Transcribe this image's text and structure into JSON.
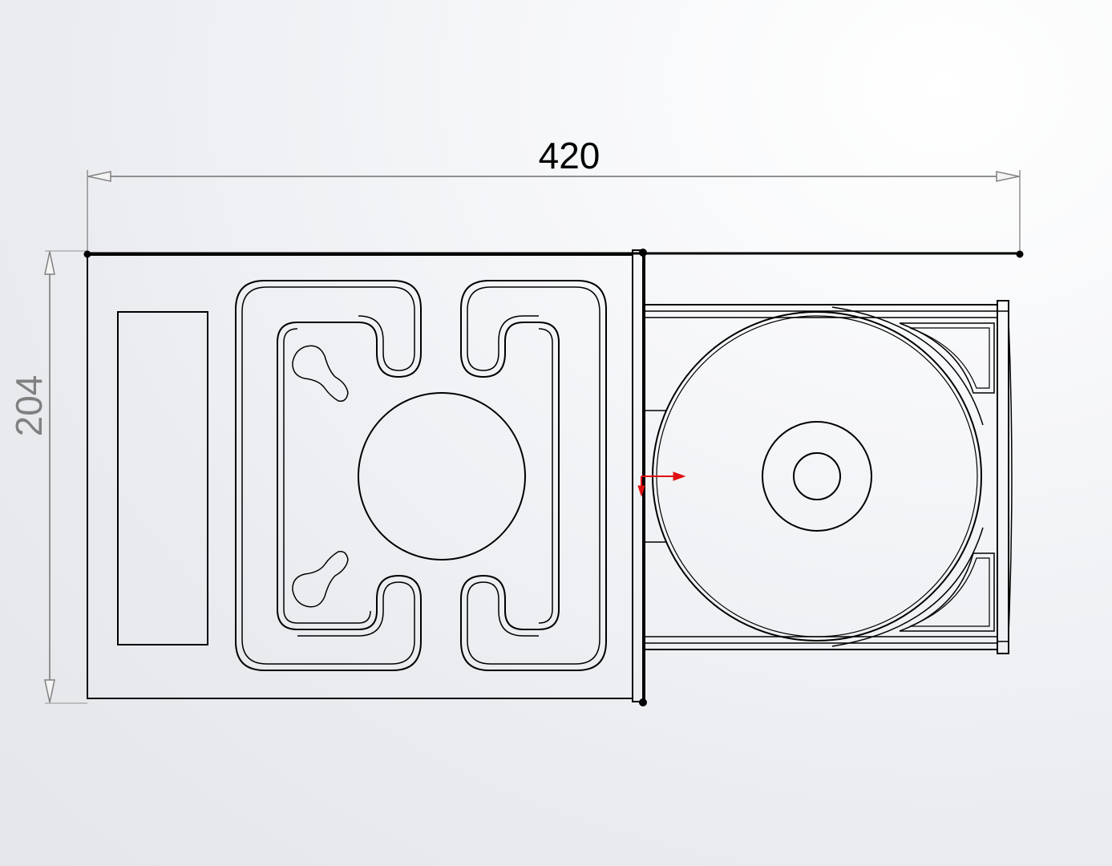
{
  "drawing": {
    "view": "top view",
    "subject": "CD/DVD drive with tray ejected and disc loaded",
    "dimensions": {
      "width": {
        "value": "420",
        "color": "#000000"
      },
      "height": {
        "value": "204",
        "color": "#808080"
      }
    },
    "colors": {
      "outline": "#000000",
      "dimension_line": "#909090",
      "origin_axes": "#e01010",
      "background": "#eceef1"
    },
    "parts": [
      {
        "name": "drive-body"
      },
      {
        "name": "display-panel"
      },
      {
        "name": "spindle-motor"
      },
      {
        "name": "bezel"
      },
      {
        "name": "tray"
      },
      {
        "name": "disc"
      },
      {
        "name": "disc-hub"
      }
    ]
  }
}
